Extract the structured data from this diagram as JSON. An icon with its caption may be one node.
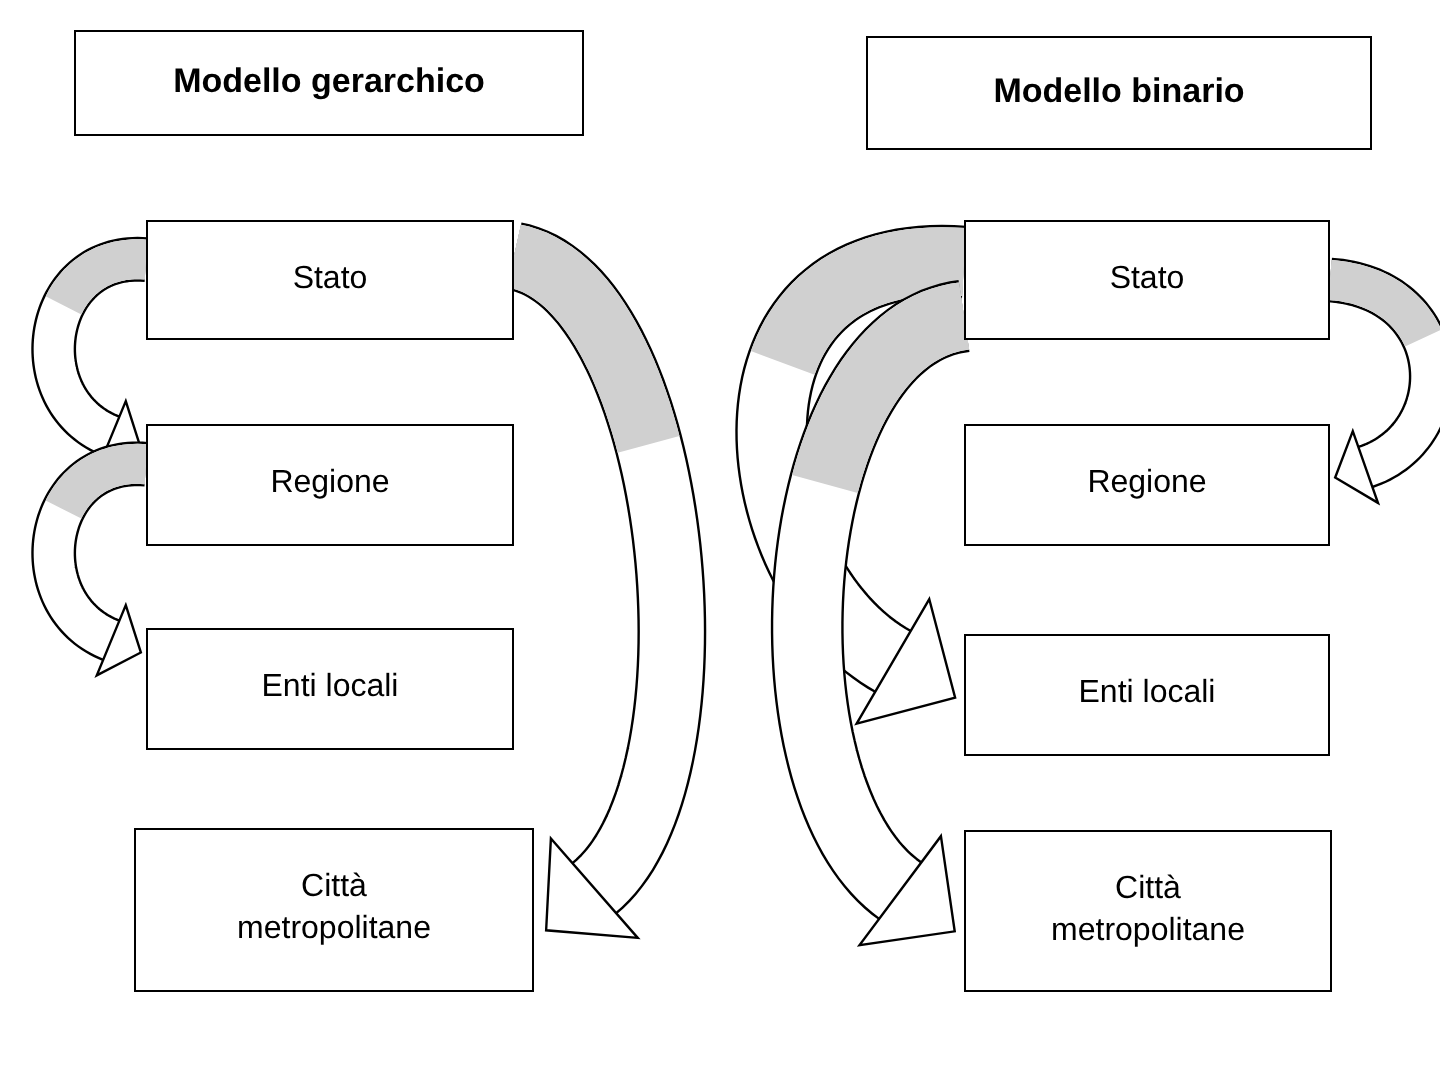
{
  "diagram": {
    "nodes": [
      {
        "text": [
          "Modello gerarchico"
        ]
      },
      {
        "text": [
          "Stato"
        ]
      },
      {
        "text": [
          "Regione"
        ]
      },
      {
        "text": [
          "Enti locali"
        ]
      },
      {
        "text": [
          "Città metropolitane"
        ]
      },
      {
        "text": [
          "Modello binario"
        ]
      },
      {
        "text": [
          "Stato"
        ]
      },
      {
        "text": [
          "Regione"
        ]
      },
      {
        "text": [
          "Enti locali"
        ]
      },
      {
        "text": [
          "Città metropolitane"
        ]
      }
    ],
    "edges": [
      {
        "from": 1,
        "to": 2,
        "arrow": "to"
      },
      {
        "from": 2,
        "to": 3,
        "arrow": "to"
      },
      {
        "from": 1,
        "to": 4,
        "arrow": "to"
      },
      {
        "from": 6,
        "to": 8,
        "arrow": "to"
      },
      {
        "from": 6,
        "to": 9,
        "arrow": "to"
      },
      {
        "from": 6,
        "to": 7,
        "arrow": "to"
      }
    ]
  }
}
